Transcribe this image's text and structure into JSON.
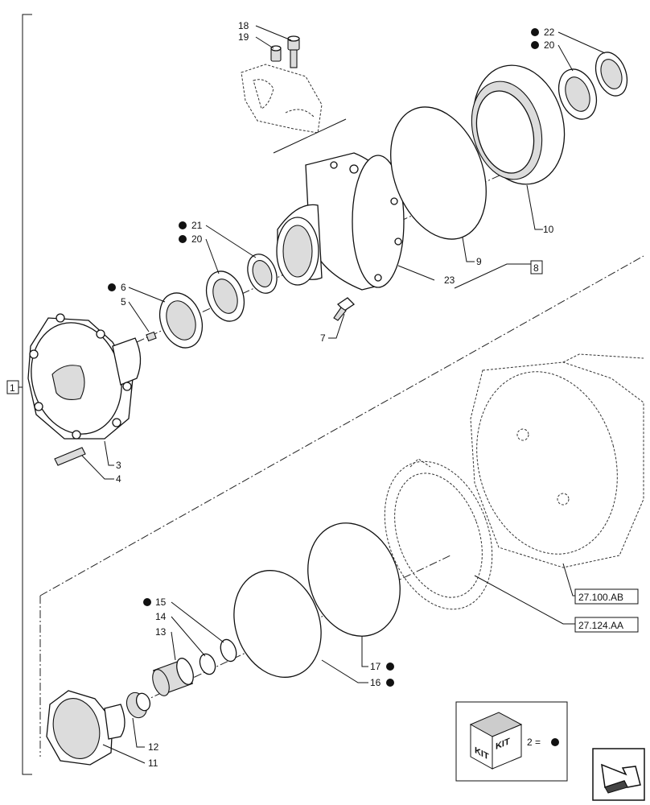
{
  "callouts": {
    "c1": "1",
    "c2": "2",
    "c3": "3",
    "c4": "4",
    "c5": "5",
    "c6": "6",
    "c7": "7",
    "c8": "8",
    "c9": "9",
    "c10": "10",
    "c11": "11",
    "c12": "12",
    "c13": "13",
    "c14": "14",
    "c15": "15",
    "c16": "16",
    "c17": "17",
    "c18": "18",
    "c19": "19",
    "c20a": "20",
    "c20b": "20",
    "c21": "21",
    "c22": "22",
    "c23": "23"
  },
  "references": {
    "ref_axle": "27.100.AB",
    "ref_support": "27.124.AA"
  },
  "kit_legend": {
    "kit_word": "KIT",
    "equals": "2 ="
  },
  "icons": {
    "kit": "kit-box-icon",
    "next": "next-page-arrow-icon"
  }
}
